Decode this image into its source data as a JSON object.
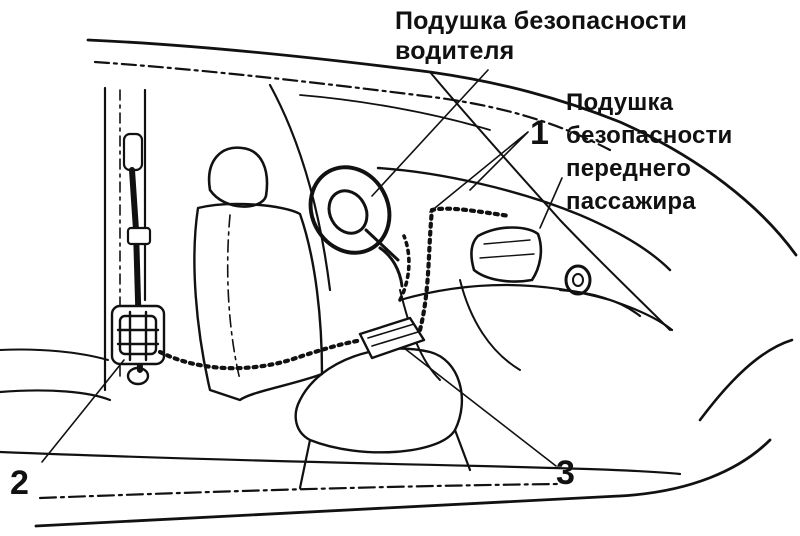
{
  "labels": {
    "driver_airbag_line1": "Подушка безопасности",
    "driver_airbag_line2": "водителя",
    "passenger_airbag_line1": "Подушка",
    "passenger_airbag_line2": "безопасности",
    "passenger_airbag_line3": "переднего",
    "passenger_airbag_line4": "пассажира"
  },
  "callouts": {
    "one": "1",
    "two": "2",
    "three": "3"
  },
  "colors": {
    "ink": "#111111",
    "background": "#ffffff"
  }
}
